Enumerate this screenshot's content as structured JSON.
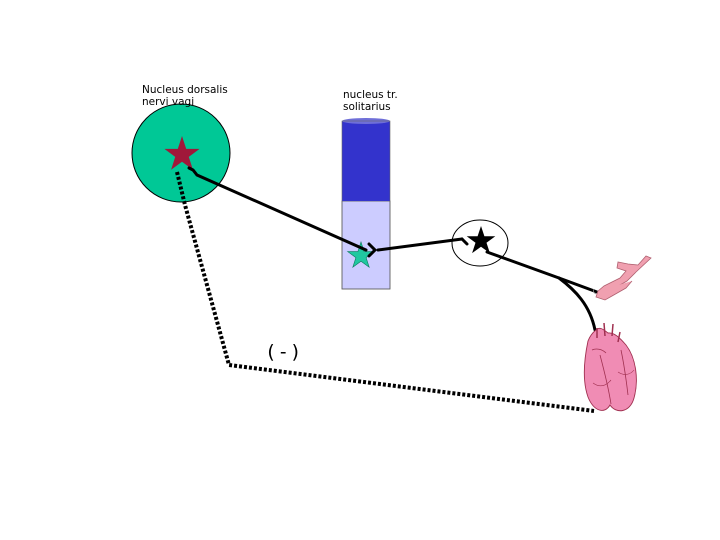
{
  "labels": {
    "nucleus_dorsalis": [
      "Nucleus dorsalis",
      "nervi vagi"
    ],
    "nucleus_tractus": [
      "nucleus tr.",
      "solitarius"
    ],
    "inhibition_sign": "(-)"
  },
  "colors": {
    "nucleus_dorsalis_fill": "#00c896",
    "dorsalis_neuron_star": "#a0183a",
    "nts_upper": "#3333cc",
    "nts_lower": "#ccccff",
    "nts_neuron_star": "#20c8a0",
    "ganglion_neuron_star": "#000000",
    "heart": "#f08cb4",
    "vessel": "#f0a0b0",
    "line": "#000000"
  },
  "icons": [
    "heart-icon",
    "blood-vessel-icon",
    "neuron-star-icon"
  ]
}
